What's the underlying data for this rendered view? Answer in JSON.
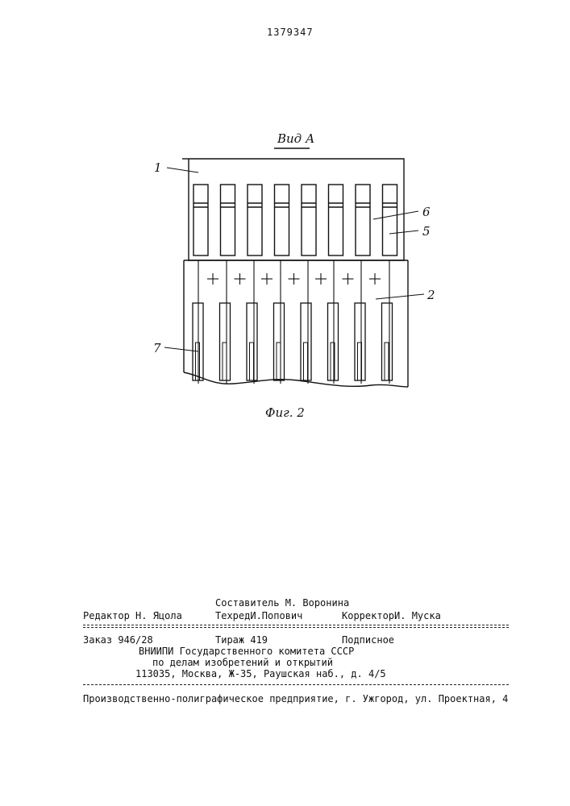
{
  "patent_number": "1379347",
  "figure": {
    "view_label": "Вид А",
    "caption": "Фиг. 2",
    "callouts": {
      "c1": "1",
      "c2": "2",
      "c5": "5",
      "c6": "6",
      "c7": "7"
    }
  },
  "imprint": {
    "editor": "Редактор Н. Яцола",
    "compiler": "Составитель М. Воронина",
    "techred": "ТехредИ.Попович",
    "corrector": "КорректорИ. Муска",
    "order": "Заказ 946/28",
    "circulation": "Тираж 419",
    "subscription": "Подписное",
    "org_line1": "ВНИИПИ Государственного комитета СССР",
    "org_line2": "по делам изобретений и открытий",
    "address": "113035, Москва, Ж-35, Раушская наб., д. 4/5",
    "printer": "Производственно-полиграфическое предприятие, г. Ужгород, ул. Проектная, 4"
  }
}
